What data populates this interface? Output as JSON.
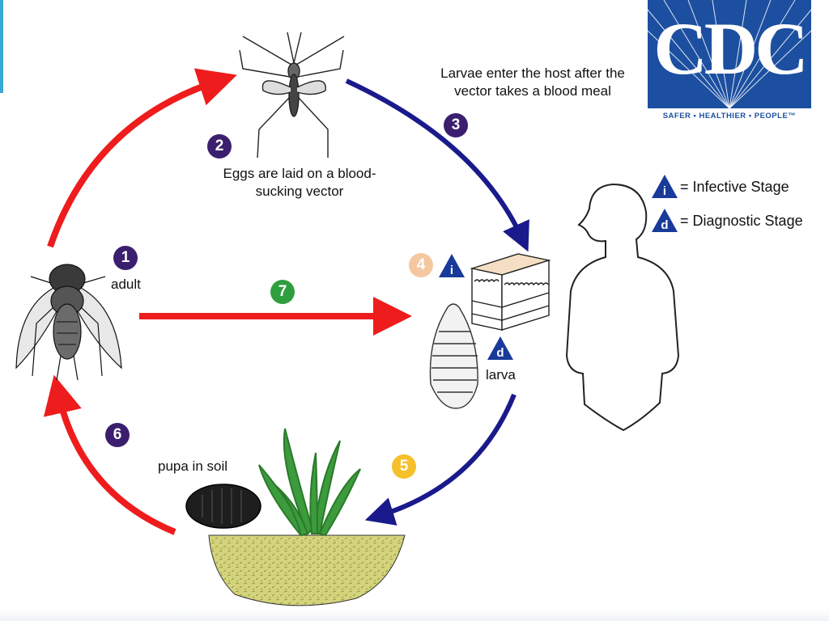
{
  "logo": {
    "text": "CDC",
    "tagline": "SAFER • HEALTHIER • PEOPLE™"
  },
  "steps": {
    "s1": {
      "num": "1",
      "label": "adult"
    },
    "s2": {
      "num": "2",
      "label": "Eggs are laid on a blood-sucking vector"
    },
    "s3": {
      "num": "3",
      "label": "Larvae enter the host after the vector takes a blood meal"
    },
    "s4": {
      "num": "4"
    },
    "s5": {
      "num": "5"
    },
    "s6": {
      "num": "6"
    },
    "s7": {
      "num": "7"
    }
  },
  "stage_labels": {
    "larva": "larva",
    "pupa": "pupa in soil"
  },
  "legend": {
    "infective_letter": "i",
    "infective_text": "= Infective Stage",
    "diagnostic_letter": "d",
    "diagnostic_text": "= Diagnostic Stage"
  },
  "colors": {
    "human_arrow": "#ee1c1c",
    "vector_arrow": "#1a1a8c",
    "step_default": "#3b1f6e",
    "step_infective": "#f5c7a1",
    "step_soil": "#f5c02a",
    "step_direct": "#2e9e3e",
    "triangle": "#1a3a9a",
    "soil": "#cfcf7a",
    "cdc_blue": "#1c4fa0"
  }
}
